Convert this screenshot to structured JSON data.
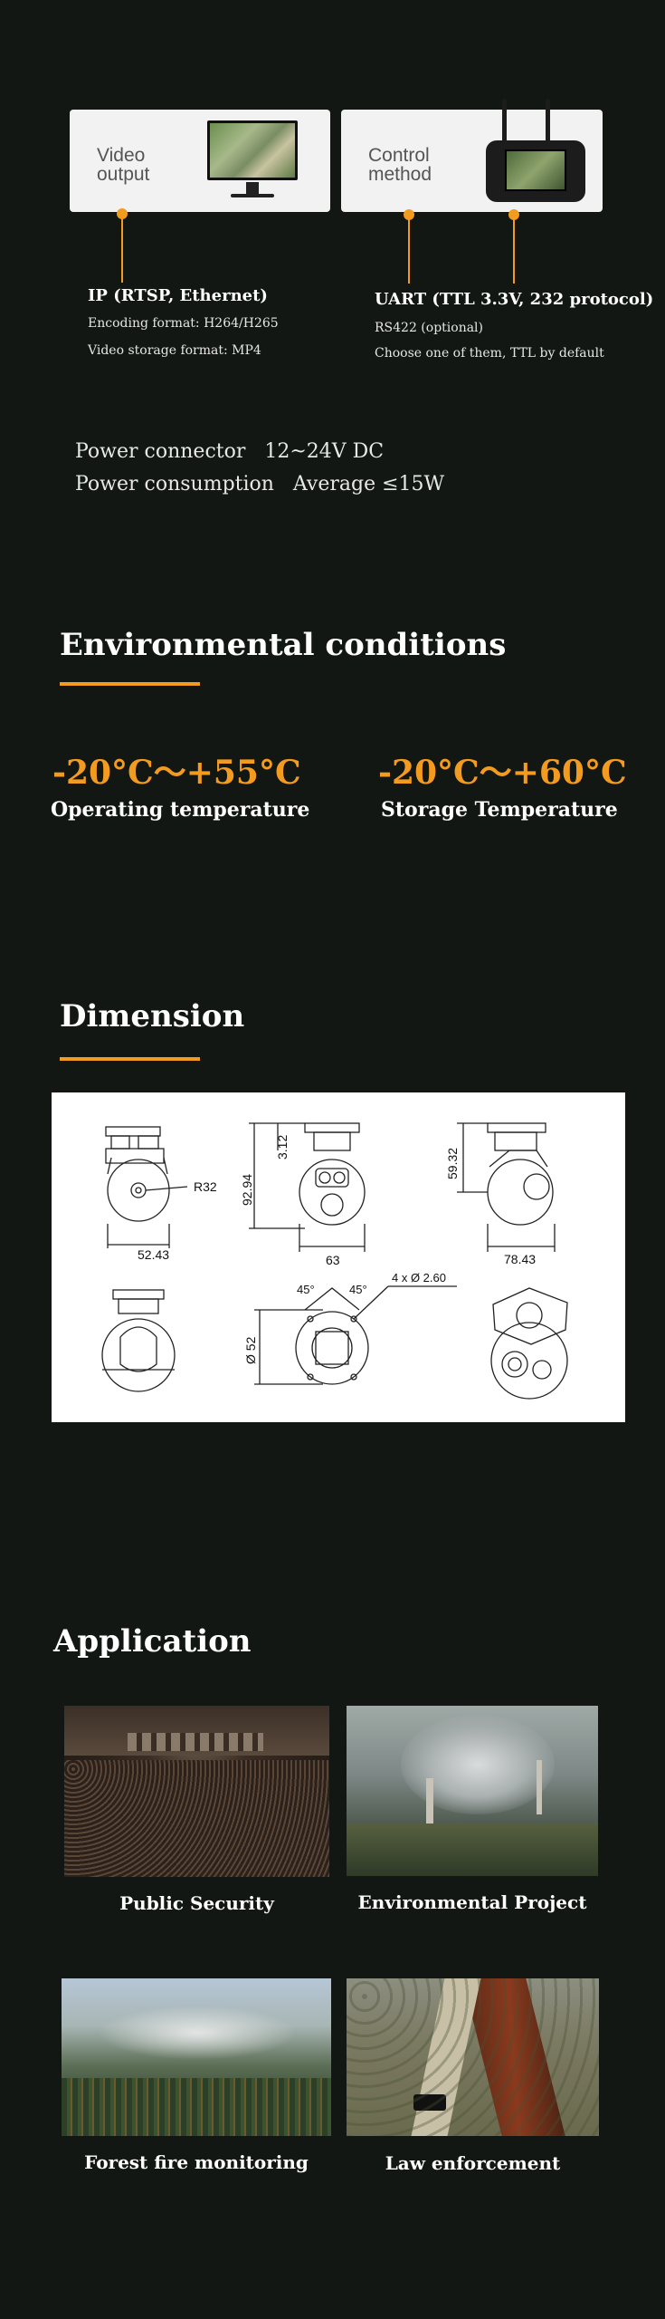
{
  "interfaces": {
    "video_card_label": "Video output",
    "control_card_label": "Control method",
    "ip": {
      "title": "IP (RTSP, Ethernet)",
      "lines": [
        "Encoding format: H264/H265",
        "Video storage format: MP4"
      ]
    },
    "uart": {
      "title": "UART (TTL 3.3V, 232 protocol)",
      "lines": [
        "RS422 (optional)",
        "Choose one of them, TTL by default"
      ]
    }
  },
  "power": {
    "connector": "Power connector   12~24V DC",
    "consumption": "Power consumption   Average ≤15W"
  },
  "environment": {
    "heading": "Environmental conditions",
    "operating_value": "-20°C〜+55°C",
    "operating_label": "Operating temperature",
    "storage_value": "-20°C〜+60°C",
    "storage_label": "Storage Temperature"
  },
  "dimension": {
    "heading": "Dimension",
    "labels": {
      "r32": "R32",
      "w52": "52.43",
      "h3": "3.12",
      "h92": "92.94",
      "w63": "63",
      "h59": "59.32",
      "w78": "78.43",
      "a45a": "45°",
      "a45b": "45°",
      "holes": "4 x Ø 2.60",
      "d52": "Ø 52"
    }
  },
  "application": {
    "heading": "Application",
    "items": [
      {
        "label": "Public Security"
      },
      {
        "label": "Environmental Project"
      },
      {
        "label": "Forest fire monitoring"
      },
      {
        "label": "Law enforcement"
      }
    ]
  },
  "colors": {
    "background": "#121714",
    "accent": "#f39b1f",
    "text": "#ffffff"
  }
}
